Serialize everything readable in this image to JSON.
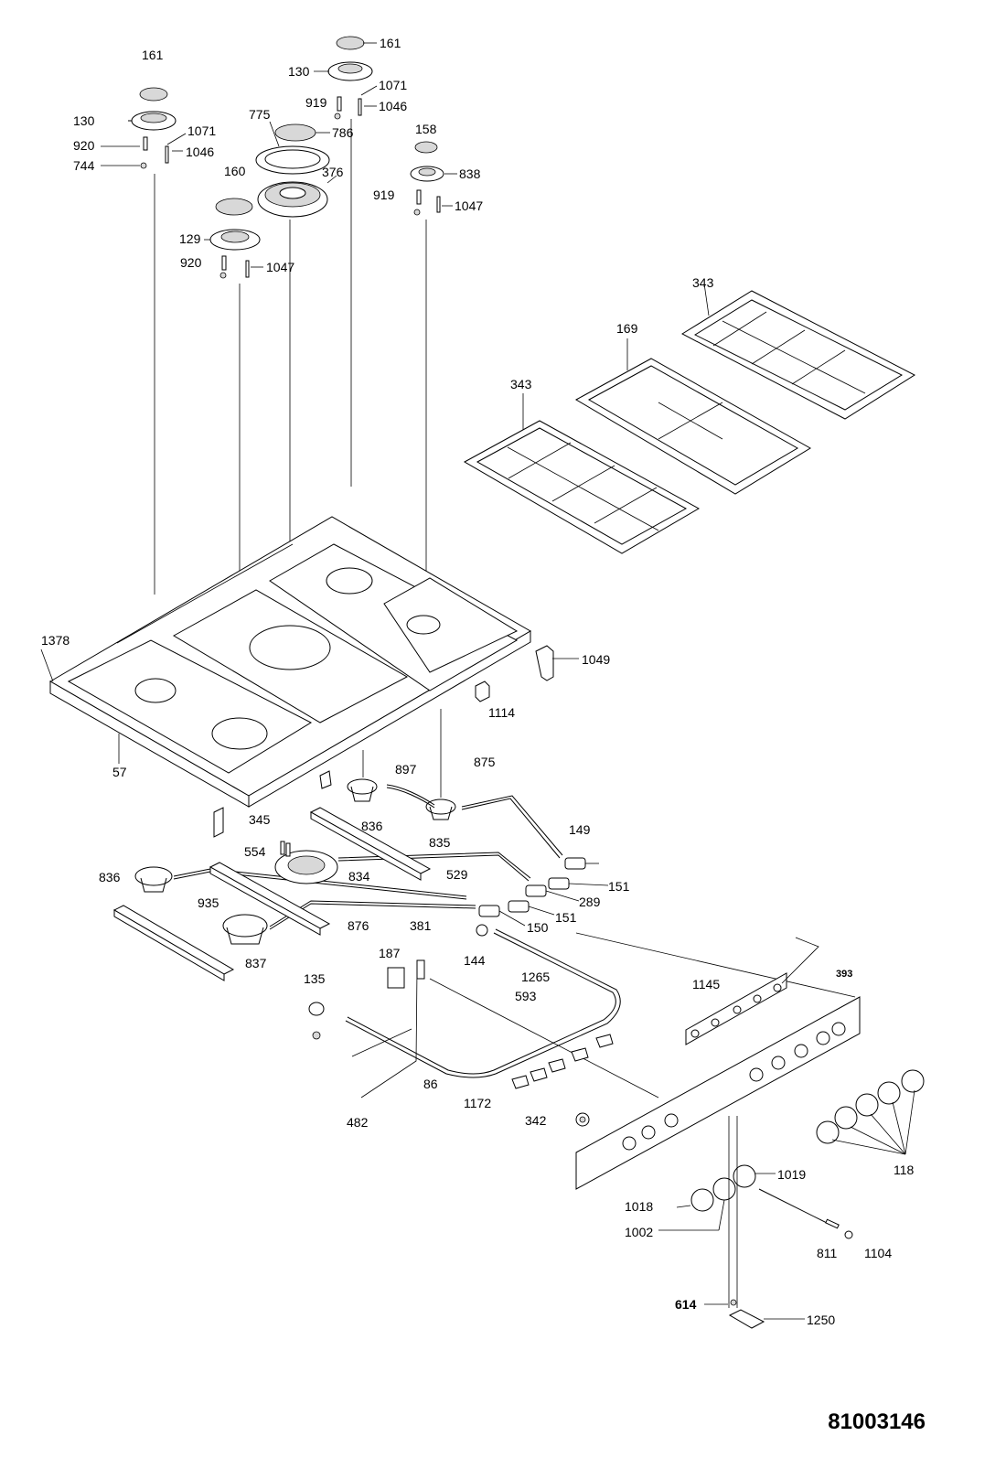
{
  "document_number": "81003146",
  "callouts": [
    {
      "id": "161a",
      "text": "161"
    },
    {
      "id": "130a",
      "text": "130"
    },
    {
      "id": "920a",
      "text": "920"
    },
    {
      "id": "744",
      "text": "744"
    },
    {
      "id": "1071a",
      "text": "1071"
    },
    {
      "id": "1046a",
      "text": "1046"
    },
    {
      "id": "161b",
      "text": "161"
    },
    {
      "id": "130b",
      "text": "130"
    },
    {
      "id": "919a",
      "text": "919"
    },
    {
      "id": "1071b",
      "text": "1071"
    },
    {
      "id": "1046b",
      "text": "1046"
    },
    {
      "id": "775",
      "text": "775"
    },
    {
      "id": "786",
      "text": "786"
    },
    {
      "id": "376",
      "text": "376"
    },
    {
      "id": "158",
      "text": "158"
    },
    {
      "id": "838",
      "text": "838"
    },
    {
      "id": "919b",
      "text": "919"
    },
    {
      "id": "1047a",
      "text": "1047"
    },
    {
      "id": "160",
      "text": "160"
    },
    {
      "id": "129",
      "text": "129"
    },
    {
      "id": "920b",
      "text": "920"
    },
    {
      "id": "1047b",
      "text": "1047"
    },
    {
      "id": "343a",
      "text": "343"
    },
    {
      "id": "169",
      "text": "169"
    },
    {
      "id": "343b",
      "text": "343"
    },
    {
      "id": "1378",
      "text": "1378"
    },
    {
      "id": "57",
      "text": "57"
    },
    {
      "id": "1049",
      "text": "1049"
    },
    {
      "id": "1114",
      "text": "1114"
    },
    {
      "id": "897",
      "text": "897"
    },
    {
      "id": "875",
      "text": "875"
    },
    {
      "id": "836a",
      "text": "836"
    },
    {
      "id": "835",
      "text": "835"
    },
    {
      "id": "149",
      "text": "149"
    },
    {
      "id": "345",
      "text": "345"
    },
    {
      "id": "554",
      "text": "554"
    },
    {
      "id": "834",
      "text": "834"
    },
    {
      "id": "529",
      "text": "529"
    },
    {
      "id": "151a",
      "text": "151"
    },
    {
      "id": "836b",
      "text": "836"
    },
    {
      "id": "935",
      "text": "935"
    },
    {
      "id": "289",
      "text": "289"
    },
    {
      "id": "151b",
      "text": "151"
    },
    {
      "id": "876",
      "text": "876"
    },
    {
      "id": "150",
      "text": "150"
    },
    {
      "id": "381",
      "text": "381"
    },
    {
      "id": "837",
      "text": "837"
    },
    {
      "id": "144",
      "text": "144"
    },
    {
      "id": "187",
      "text": "187"
    },
    {
      "id": "1265",
      "text": "1265"
    },
    {
      "id": "135",
      "text": "135"
    },
    {
      "id": "593",
      "text": "593"
    },
    {
      "id": "1145",
      "text": "1145"
    },
    {
      "id": "393",
      "text": "393"
    },
    {
      "id": "86",
      "text": "86"
    },
    {
      "id": "1172",
      "text": "1172"
    },
    {
      "id": "482",
      "text": "482"
    },
    {
      "id": "342",
      "text": "342"
    },
    {
      "id": "118",
      "text": "118"
    },
    {
      "id": "1019",
      "text": "1019"
    },
    {
      "id": "1018",
      "text": "1018"
    },
    {
      "id": "1002",
      "text": "1002"
    },
    {
      "id": "811",
      "text": "811"
    },
    {
      "id": "1104",
      "text": "1104"
    },
    {
      "id": "614",
      "text": "614"
    },
    {
      "id": "1250",
      "text": "1250"
    }
  ]
}
